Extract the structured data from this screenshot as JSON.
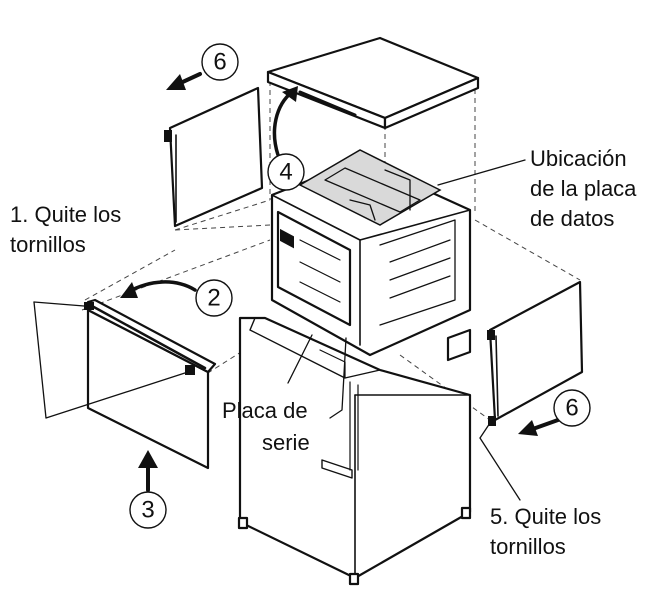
{
  "labels": {
    "step1_line1": "1. Quite los",
    "step1_line2": "tornillos",
    "step5_line1": "5. Quite los",
    "step5_line2": "tornillos",
    "data_plate_line1": "Ubicación",
    "data_plate_line2": "de la placa",
    "data_plate_line3": "de datos",
    "serial_plate_line1": "Placa de",
    "serial_plate_line2": "serie"
  },
  "step_numbers": {
    "n2": "2",
    "n3": "3",
    "n4": "4",
    "n6_top": "6",
    "n6_right": "6"
  }
}
